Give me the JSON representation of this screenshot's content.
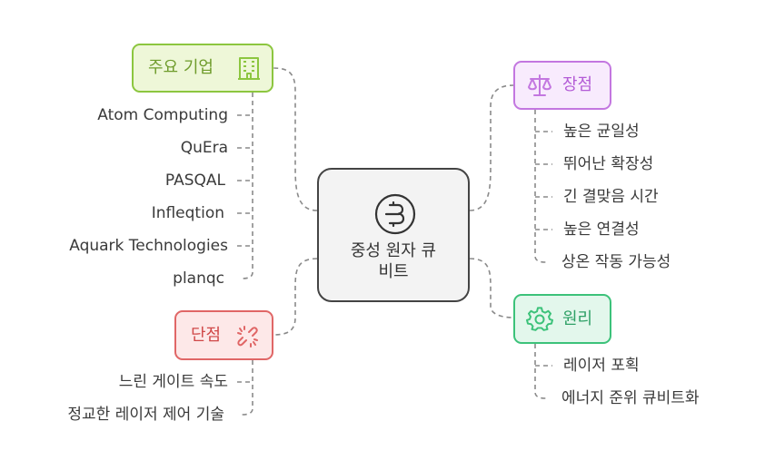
{
  "center": {
    "line1": "중성 원자 큐",
    "line2": "비트"
  },
  "companies": {
    "title": "주요 기업",
    "items": [
      "Atom Computing",
      "QuEra",
      "PASQAL",
      "Infleqtion",
      "Aquark Technologies",
      "planqc"
    ]
  },
  "advantages": {
    "title": "장점",
    "items": [
      "높은 균일성",
      "뛰어난 확장성",
      "긴 결맞음 시간",
      "높은 연결성",
      "상온 작동 가능성"
    ]
  },
  "disadvantages": {
    "title": "단점",
    "items": [
      "느린 게이트 속도",
      "정교한 레이저 제어 기술"
    ]
  },
  "principles": {
    "title": "원리",
    "items": [
      "레이저 포획",
      "에너지 준위 큐비트화"
    ]
  },
  "colors": {
    "green_border": "#8cc63f",
    "green_fill": "#eef7d8",
    "green_text": "#6f9c2c",
    "purple_border": "#c377e0",
    "purple_fill": "#f8ebfd",
    "purple_text": "#b35bd6",
    "red_border": "#e06666",
    "red_fill": "#fde8e8",
    "red_text": "#d04848",
    "teal_border": "#3cc27a",
    "teal_fill": "#e3f7ec",
    "teal_text": "#2ea066"
  }
}
